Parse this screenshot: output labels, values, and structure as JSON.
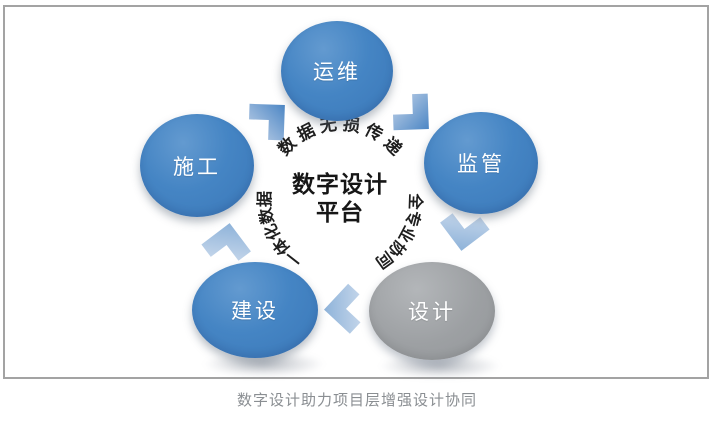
{
  "diagram": {
    "center_label": {
      "line1": "数字设计",
      "line2": "平台"
    },
    "nodes": [
      {
        "id": "yunwei",
        "label": "运维",
        "color": "#3e7dbd"
      },
      {
        "id": "jianguan",
        "label": "监管",
        "color": "#3e7dbd"
      },
      {
        "id": "sheji",
        "label": "设计",
        "color": "#9a9da1"
      },
      {
        "id": "jianshe",
        "label": "建设",
        "color": "#3e7dbd"
      },
      {
        "id": "shigong",
        "label": "施工",
        "color": "#3e7dbd"
      }
    ],
    "arc_texts": {
      "top": "数据无损传递",
      "right": "全专业协同",
      "left": "一体化数据"
    },
    "colors": {
      "node_blue": "#3e7dbd",
      "node_gray": "#9a9da1",
      "arrow_dark": "#4a85c4",
      "arrow_light": "#b9cde7",
      "arc_text": "#1e1e1e",
      "caption_text": "#8a8e92",
      "frame_border": "#a3a3a3"
    }
  },
  "caption": "数字设计助力项目层增强设计协同"
}
